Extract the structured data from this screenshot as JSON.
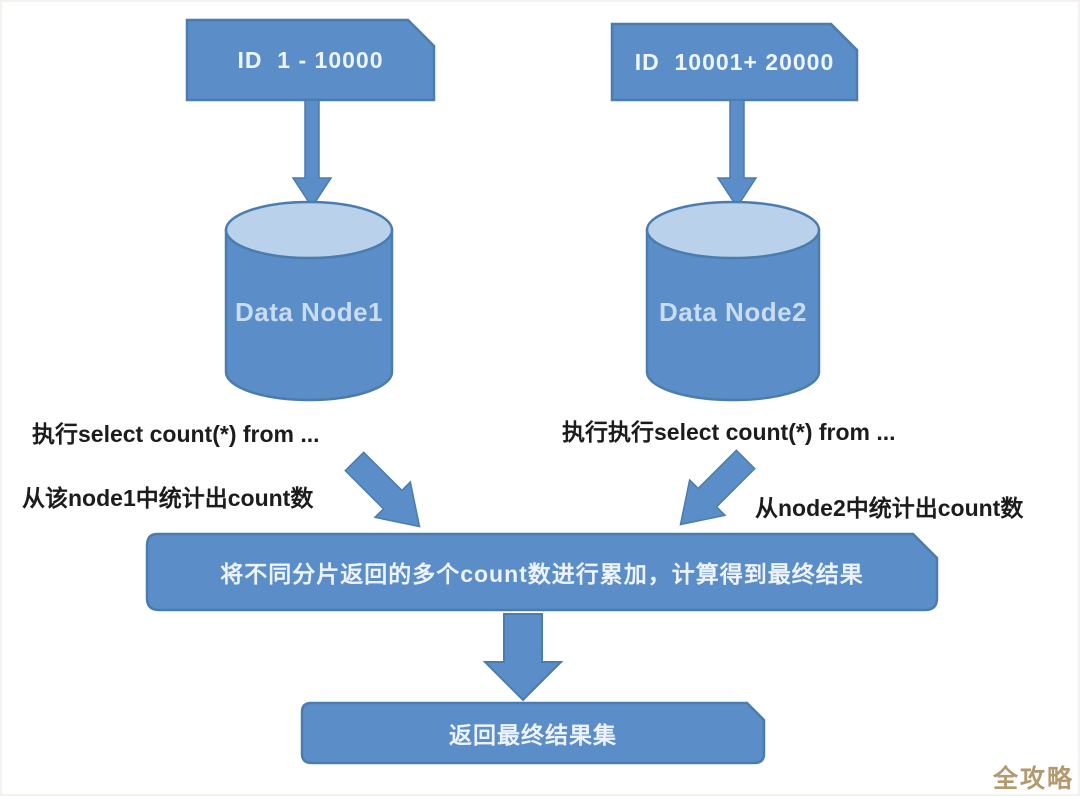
{
  "diagram": {
    "shards": [
      {
        "id_range": "ID  1 - 10000",
        "node": "Data Node1",
        "exec_label": "执行select count(*) from ...",
        "count_label": "从该node1中统计出count数"
      },
      {
        "id_range": "ID  10001+ 20000",
        "node": "Data Node2",
        "exec_label": "执行执行select count(*) from ...",
        "count_label": "从node2中统计出count数"
      }
    ],
    "merge_label": "将不同分片返回的多个count数进行累加，计算得到最终结果",
    "result_label": "返回最终结果集",
    "watermark": "全攻略",
    "colors": {
      "shape_fill": "#5b8ec8",
      "shape_stroke": "#4a7cae",
      "cylinder_top_fill": "#b9d1ea",
      "cylinder_text": "#c9dcf2",
      "box_text": "#edf3fa",
      "annotation_text": "#1c1c1c",
      "watermark_text": "#b2996e",
      "background": "#ffffff"
    }
  }
}
